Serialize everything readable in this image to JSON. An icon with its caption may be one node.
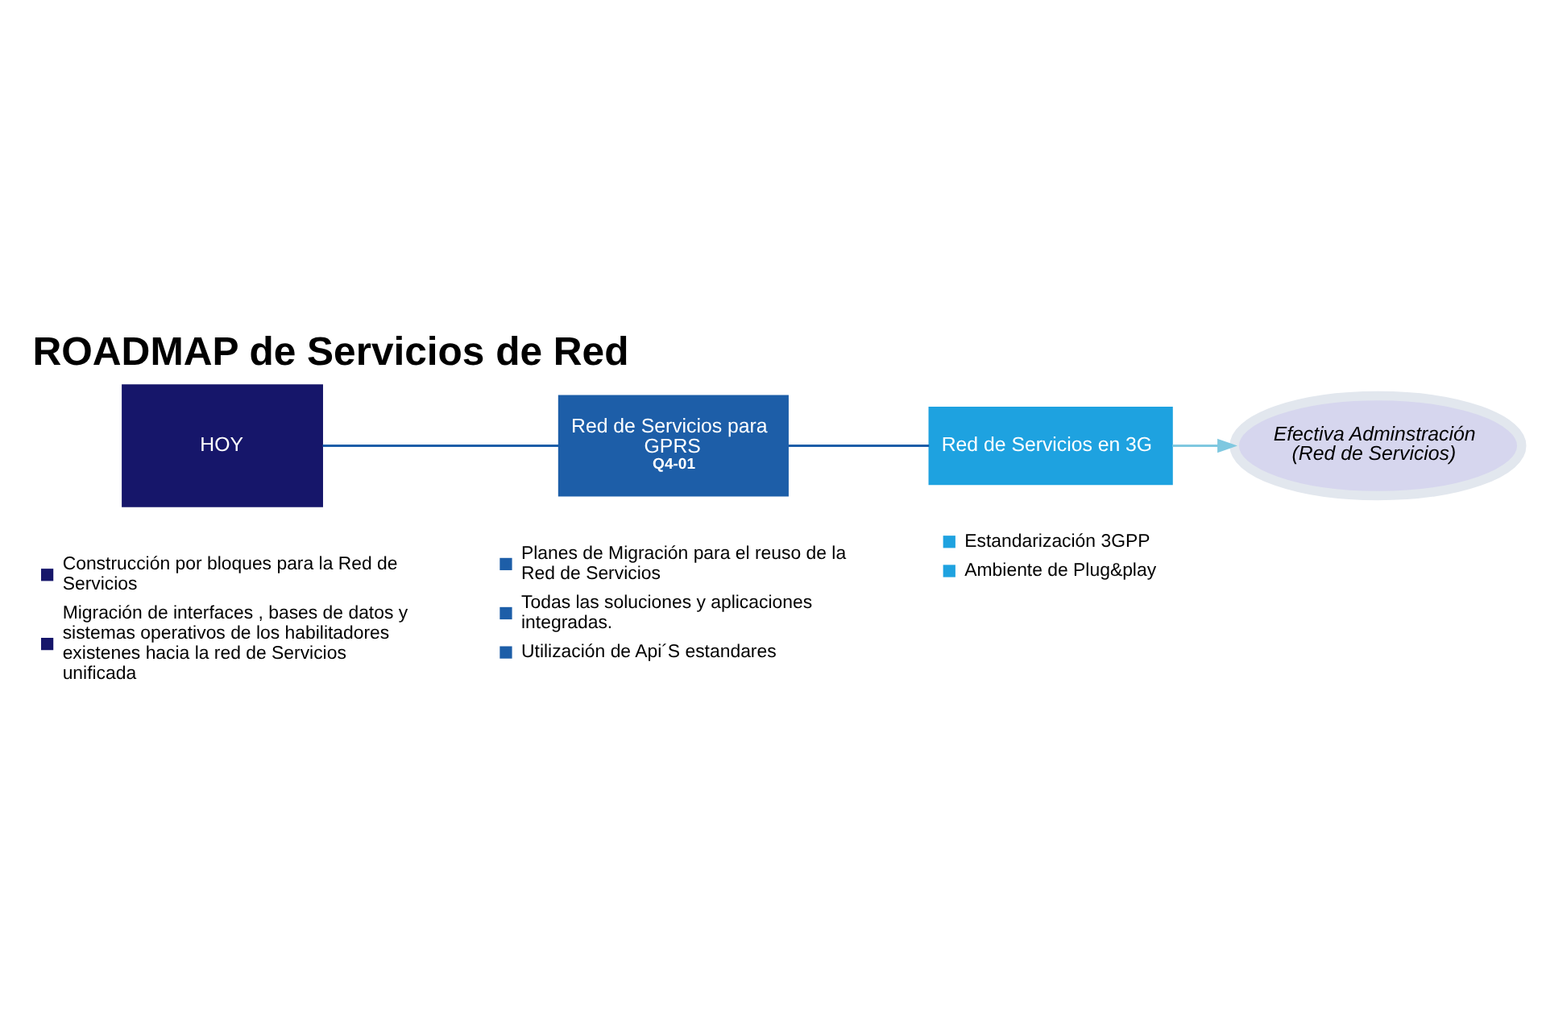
{
  "diagram": {
    "title": "ROADMAP de Servicios de Red",
    "nodes": [
      {
        "text": [
          "HOY"
        ],
        "beside": [
          "Construcción por bloques para la Red de Servicios",
          "Migración de interfaces , bases de datos y sistemas operativos de los habilitadores existenes hacia la red de Servicios unificada"
        ]
      },
      {
        "text": [
          "Red de Servicios para GPRS",
          "Q4-01"
        ],
        "beside": [
          "Planes de Migración para el reuso de la Red de Servicios",
          "Todas las soluciones y aplicaciones integradas.",
          "Utilización de Api´S estandares"
        ]
      },
      {
        "text": [
          "Red de Servicios en 3G"
        ],
        "beside": [
          "Estandarización 3GPP",
          "Ambiente de Plug&play"
        ]
      },
      {
        "text": [
          "Efectiva Adminstración (Red de Servicios)"
        ]
      }
    ],
    "edges": [
      {
        "from": 0,
        "to": 1,
        "arrow": "none"
      },
      {
        "from": 1,
        "to": 2,
        "arrow": "none"
      },
      {
        "from": 2,
        "to": 3,
        "arrow": "to",
        "color": "#7fc8e0"
      }
    ]
  }
}
